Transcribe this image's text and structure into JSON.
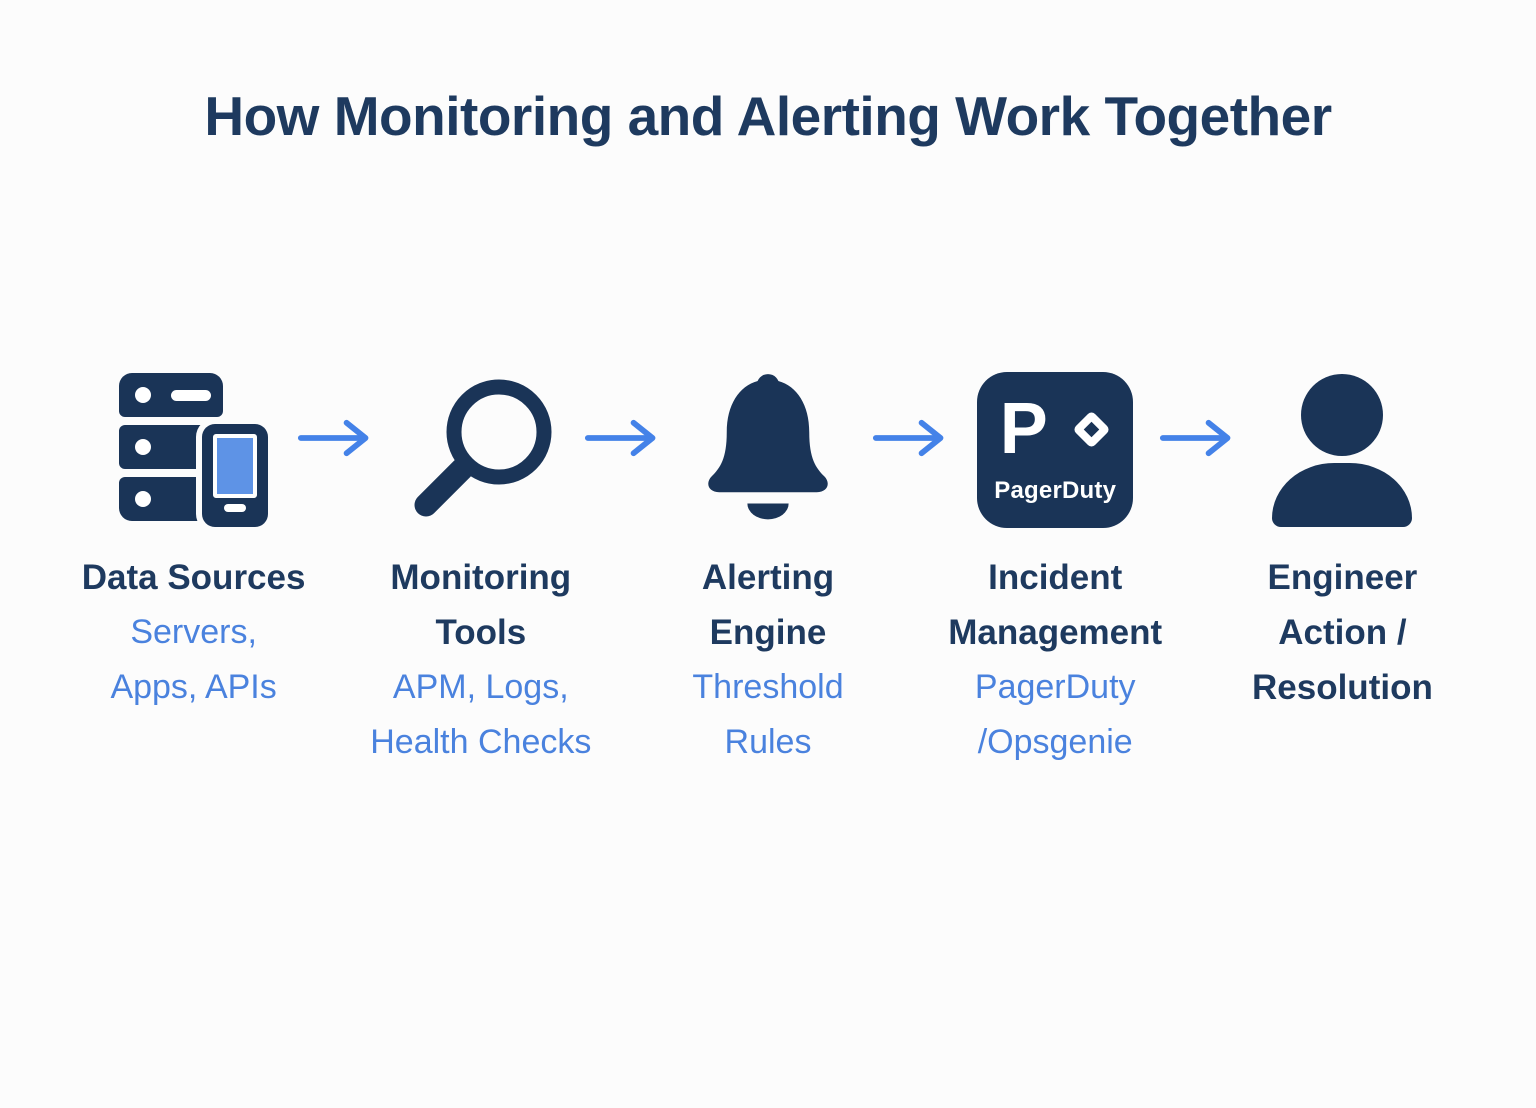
{
  "title": "How Monitoring and Alerting Work Together",
  "colors": {
    "bg": "#fcfcfc",
    "navy": "#1a3457",
    "heading": "#1e3a5f",
    "accent": "#4a82de",
    "arrow": "#4482e8",
    "screen": "#5e93e6",
    "white": "#ffffff"
  },
  "stages": [
    {
      "id": "data-sources",
      "icon": "server-phone-icon",
      "title_lines": [
        "Data Sources"
      ],
      "subtitle_lines": [
        "Servers,",
        "Apps, APIs"
      ]
    },
    {
      "id": "monitoring-tools",
      "icon": "magnifier-icon",
      "title_lines": [
        "Monitoring",
        "Tools"
      ],
      "subtitle_lines": [
        "APM, Logs,",
        "Health Checks"
      ]
    },
    {
      "id": "alerting-engine",
      "icon": "bell-icon",
      "title_lines": [
        "Alerting",
        "Engine"
      ],
      "subtitle_lines": [
        "Threshold",
        "Rules"
      ]
    },
    {
      "id": "incident-management",
      "icon": "pagerduty-logo",
      "logo": {
        "letter": "P",
        "wordmark": "PagerDuty"
      },
      "title_lines": [
        "Incident",
        "Management"
      ],
      "subtitle_lines": [
        "PagerDuty",
        "/Opsgenie"
      ]
    },
    {
      "id": "engineer-action",
      "icon": "person-icon",
      "title_lines": [
        "Engineer",
        "Action /",
        "Resolution"
      ],
      "subtitle_lines": []
    }
  ]
}
